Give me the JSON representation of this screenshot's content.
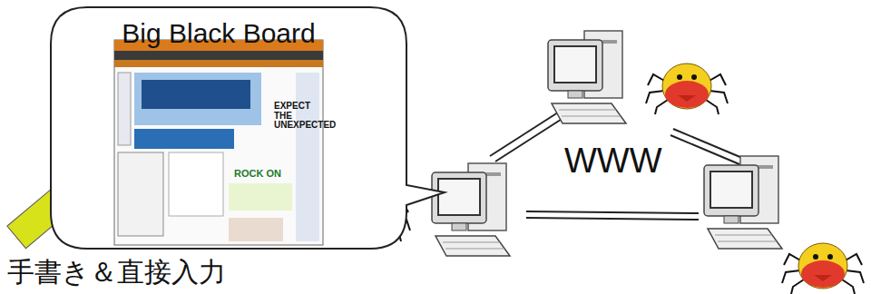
{
  "diagram": {
    "nodes": [
      {
        "text": [
          "Big Black Board"
        ]
      }
    ],
    "labels": [
      "WWW",
      "手書き＆直接入力",
      "EXPECT THE UNEXPECTED",
      "ROCK ON"
    ]
  }
}
